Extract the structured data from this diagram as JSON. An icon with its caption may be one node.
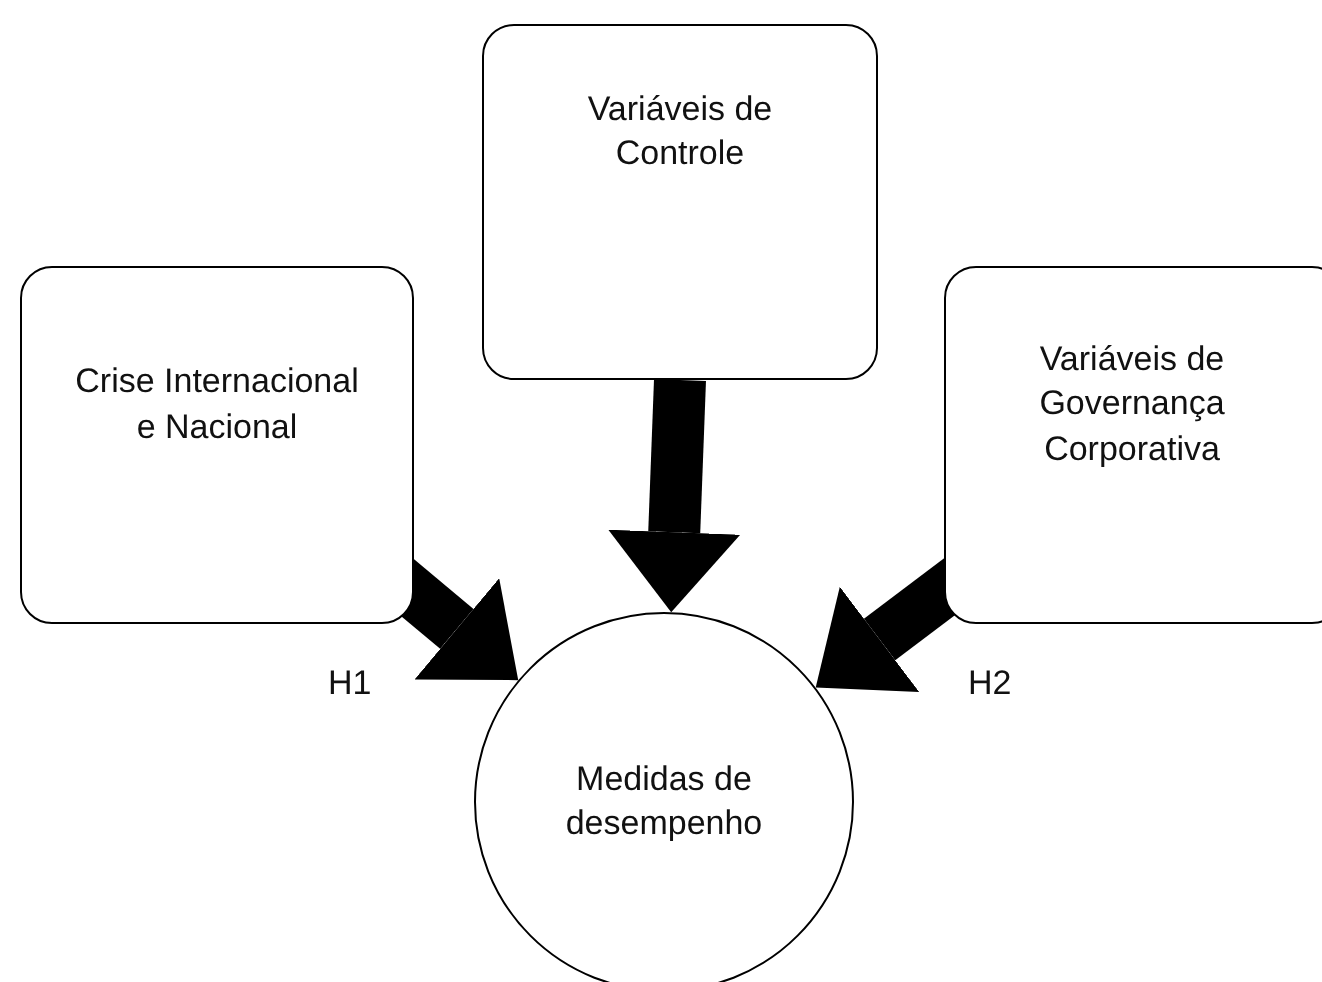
{
  "diagram": {
    "nodes": [
      {
        "text": [
          "Variáveis de Controle"
        ]
      },
      {
        "text": [
          "Crise Internacional e Nacional"
        ]
      },
      {
        "text": [
          "Variáveis de Governança Corporativa"
        ]
      },
      {
        "text": [
          "Medidas de desempenho"
        ]
      }
    ],
    "edges": [
      {
        "from": 1,
        "to": 3,
        "arrow": "to",
        "label": "H1"
      },
      {
        "from": 0,
        "to": 3,
        "arrow": "to"
      },
      {
        "from": 2,
        "to": 3,
        "arrow": "to",
        "label": "H2"
      }
    ]
  }
}
